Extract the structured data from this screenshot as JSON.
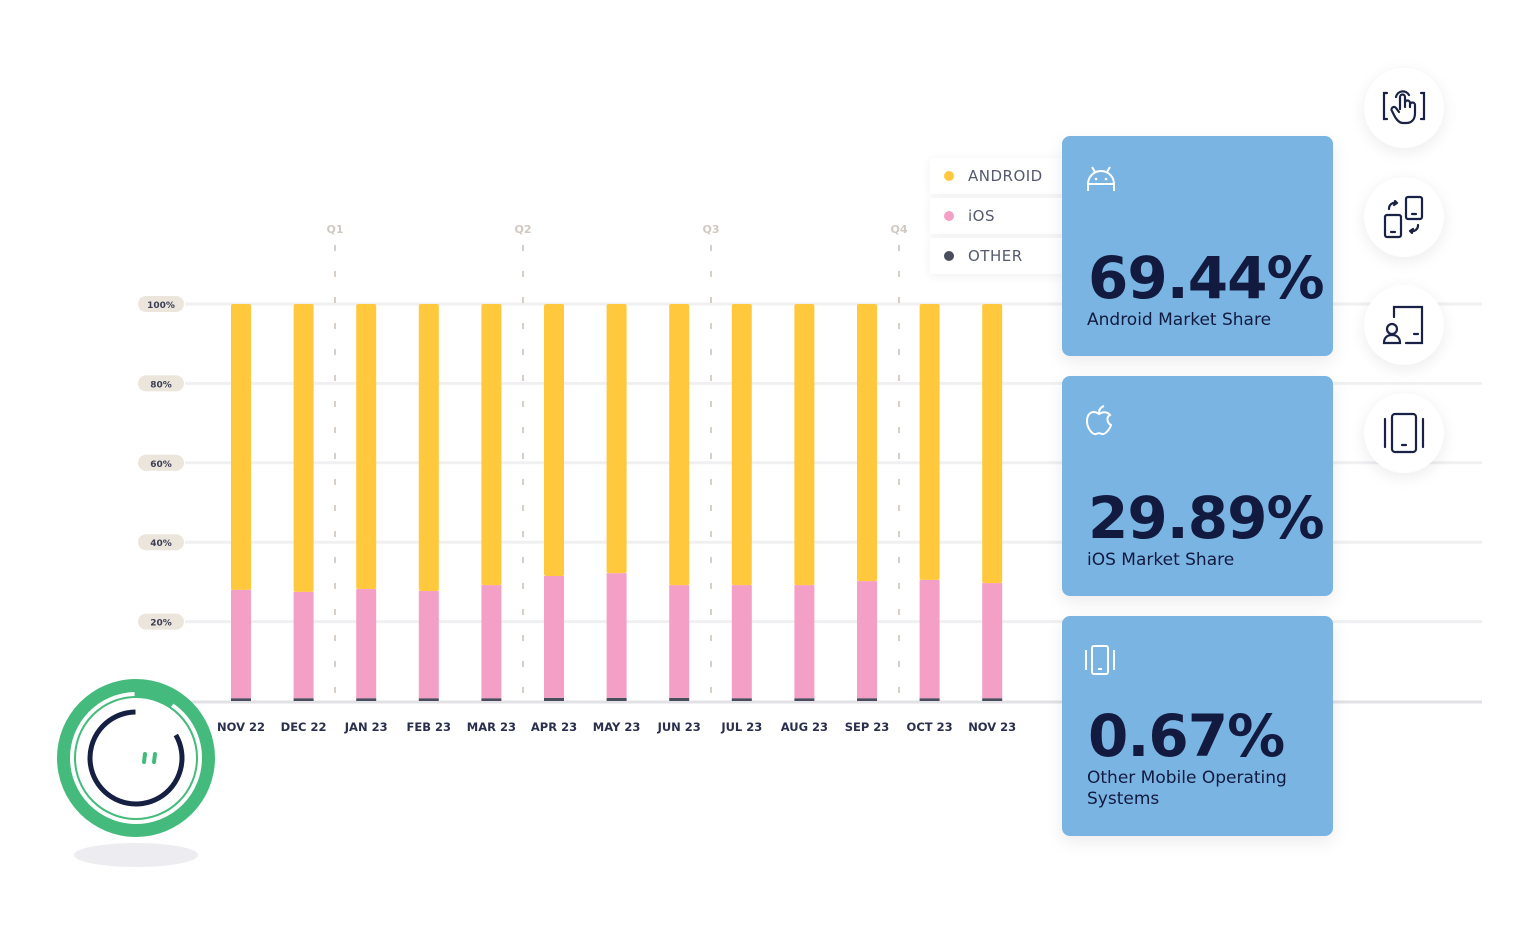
{
  "chart_data": {
    "type": "bar",
    "stacked": true,
    "categories": [
      "NOV 22",
      "DEC 22",
      "JAN 23",
      "FEB 23",
      "MAR 23",
      "APR 23",
      "MAY 23",
      "JUN 23",
      "JUL 23",
      "AUG 23",
      "SEP 23",
      "OCT 23",
      "NOV 23"
    ],
    "series": [
      {
        "name": "OTHER",
        "color": "#4a4d5e",
        "values": [
          0.7,
          0.7,
          0.7,
          0.7,
          0.7,
          0.8,
          0.8,
          0.8,
          0.7,
          0.7,
          0.7,
          0.7,
          0.7
        ]
      },
      {
        "name": "iOS",
        "color": "#f4a0c6",
        "values": [
          27.3,
          26.8,
          27.5,
          27.0,
          28.5,
          30.7,
          31.4,
          28.4,
          28.5,
          28.5,
          29.5,
          29.8,
          29.0
        ]
      },
      {
        "name": "ANDROID",
        "color": "#ffc83d",
        "values": [
          72.0,
          72.5,
          71.8,
          72.3,
          70.8,
          68.5,
          67.8,
          70.8,
          70.8,
          70.8,
          69.8,
          69.5,
          70.3
        ]
      }
    ],
    "yticks": [
      "100%",
      "80%",
      "60%",
      "40%",
      "20%"
    ],
    "ylim": [
      0,
      100
    ],
    "quarters": [
      "Q1",
      "Q2",
      "Q3",
      "Q4"
    ],
    "legend": [
      "ANDROID",
      "iOS",
      "OTHER"
    ],
    "legend_position": "top-right",
    "grid": true
  },
  "cards": [
    {
      "icon": "android-icon",
      "value": "69.44%",
      "label": "Android Market Share"
    },
    {
      "icon": "apple-icon",
      "value": "29.89%",
      "label": "iOS Market Share"
    },
    {
      "icon": "phone-icon",
      "value": "0.67%",
      "label": "Other Mobile Operating Systems"
    }
  ],
  "side_icons": [
    "touch-icon",
    "device-switch-icon",
    "user-device-icon",
    "phone-vibrate-icon"
  ]
}
